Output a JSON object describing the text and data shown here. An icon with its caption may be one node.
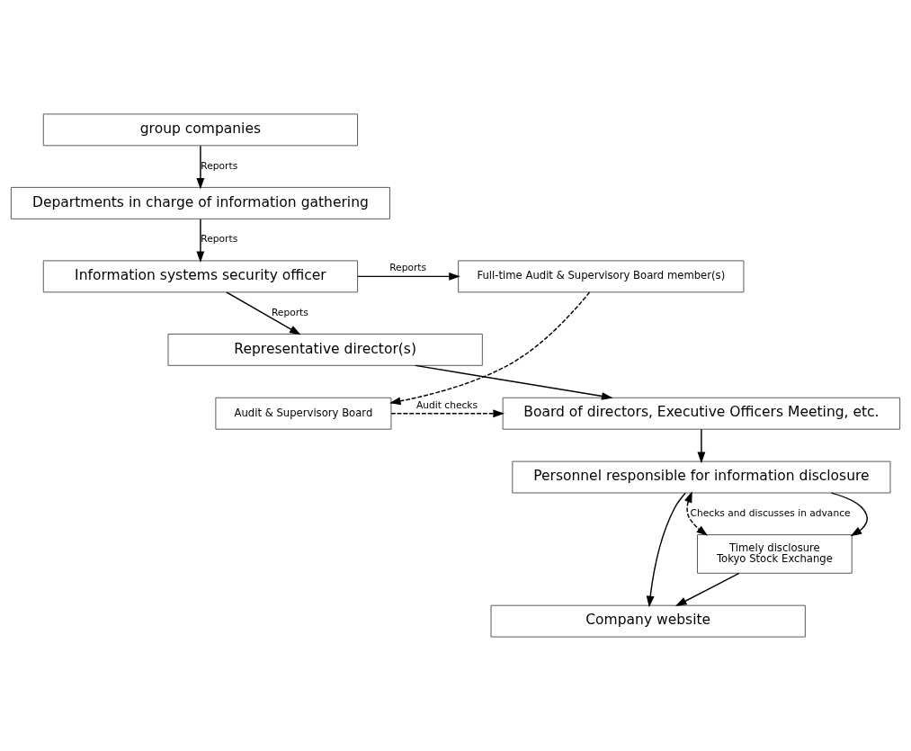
{
  "diagram": {
    "nodes": [
      {
        "text": [
          "group companies"
        ]
      },
      {
        "text": [
          "Departments in charge of information gathering"
        ]
      },
      {
        "text": [
          "Information systems security officer"
        ]
      },
      {
        "text": [
          "Full-time Audit & Supervisory Board member(s)"
        ]
      },
      {
        "text": [
          "Representative director(s)"
        ]
      },
      {
        "text": [
          "Audit & Supervisory Board"
        ]
      },
      {
        "text": [
          "Board of directors, Executive Officers Meeting, etc."
        ]
      },
      {
        "text": [
          "Personnel responsible for information disclosure"
        ]
      },
      {
        "text": [
          "Timely disclosure",
          "Tokyo Stock Exchange"
        ]
      },
      {
        "text": [
          "Company website"
        ]
      }
    ],
    "edges": [
      {
        "from": 0,
        "to": 1,
        "arrow": "to",
        "label": "Reports"
      },
      {
        "from": 1,
        "to": 2,
        "arrow": "to",
        "label": "Reports"
      },
      {
        "from": 2,
        "to": 3,
        "arrow": "to",
        "label": "Reports"
      },
      {
        "from": 2,
        "to": 4,
        "arrow": "to",
        "label": "Reports"
      },
      {
        "from": 3,
        "to": 5,
        "arrow": "to",
        "style": "dashed"
      },
      {
        "from": 4,
        "to": 6,
        "arrow": "to"
      },
      {
        "from": 5,
        "to": 6,
        "arrow": "to",
        "style": "dashed",
        "label": "Audit checks"
      },
      {
        "from": 6,
        "to": 7,
        "arrow": "to"
      },
      {
        "from": 7,
        "to": 8,
        "arrow": "to"
      },
      {
        "from": 7,
        "to": 9,
        "arrow": "to"
      },
      {
        "from": 8,
        "to": 9,
        "arrow": "to"
      },
      {
        "from": 7,
        "to": 8,
        "arrow": "both",
        "style": "dashed",
        "label": "Checks and discusses in advance"
      }
    ]
  }
}
